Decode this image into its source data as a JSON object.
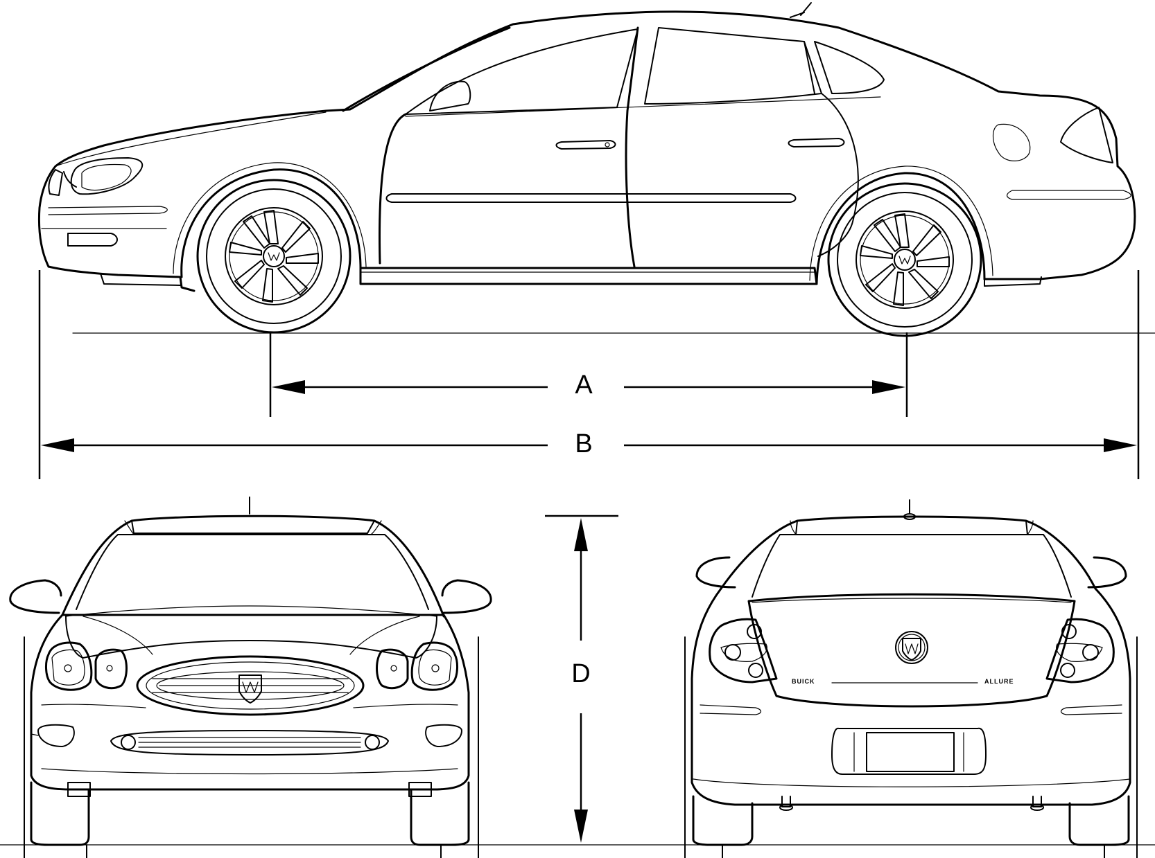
{
  "dimensions": {
    "wheelbase_label": "A",
    "length_label": "B",
    "height_label": "D"
  },
  "rear_badges": {
    "left": "BUICK",
    "right": "ALLURE"
  },
  "colors": {
    "line": "#000000",
    "background": "#ffffff"
  }
}
